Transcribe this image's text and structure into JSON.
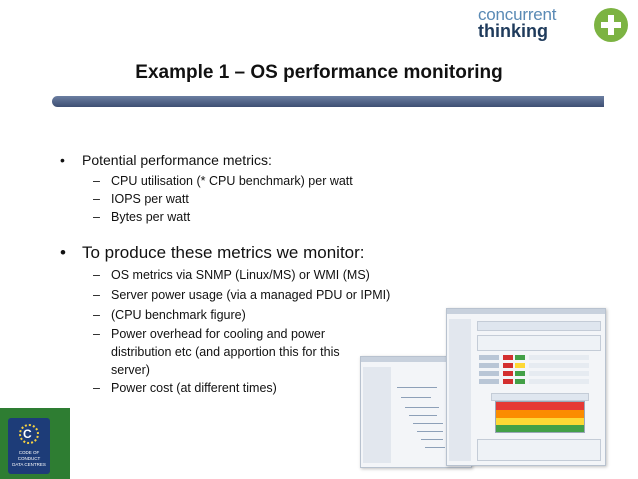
{
  "logo": {
    "line1": "concurrent",
    "line2": "thinking"
  },
  "title": "Example 1 – OS performance monitoring",
  "bullets": [
    {
      "label": "Potential performance metrics:",
      "items": [
        "CPU utilisation (* CPU benchmark) per watt",
        "IOPS per watt",
        "Bytes per watt"
      ]
    },
    {
      "label": "To produce these metrics we monitor:",
      "items": [
        "OS metrics via SNMP (Linux/MS) or WMI (MS)",
        "Server power usage (via a managed PDU or IPMI)",
        "(CPU benchmark figure)",
        "Power overhead for cooling and power",
        "Power cost (at different times)"
      ],
      "continuation": [
        "distribution etc (and apportion this for this",
        "server)"
      ]
    }
  ],
  "badge": {
    "line1": "CODE OF",
    "line2": "CONDUCT",
    "line3": "DATA CENTRES"
  },
  "colors": {
    "title_bar": "#4f6088",
    "logo_blue": "#5a8ab5",
    "logo_dark": "#1f3b5c",
    "logo_green": "#7cb342",
    "corner_green": "#2e7d32",
    "badge_blue": "#1d3c78"
  }
}
